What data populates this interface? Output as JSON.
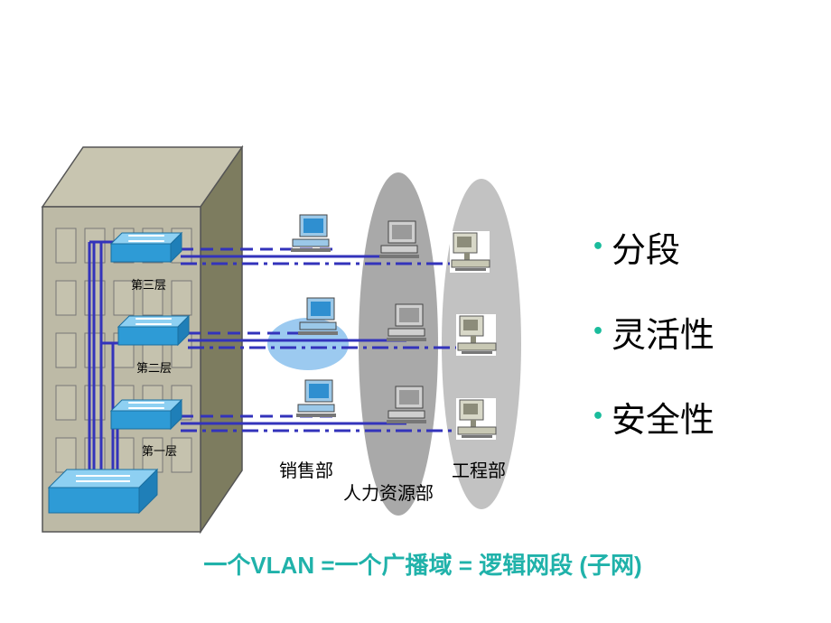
{
  "floors": [
    "第三层",
    "第二层",
    "第一层"
  ],
  "departments": {
    "sales": "销售部",
    "hr": "人力资源部",
    "engineering": "工程部"
  },
  "bullets": [
    "分段",
    "灵活性",
    "安全性"
  ],
  "caption": "一个VLAN =一个广播域 = 逻辑网段 (子网)",
  "colors": {
    "link": "#3333bb",
    "switch": "#2e9bd6",
    "building_front": "#bdbaa6",
    "building_side": "#7d7c5f",
    "oval": "#b5b5b5",
    "highlight": "#9ccaf0",
    "caption": "#20b2aa",
    "bullet": "#1abc9c"
  },
  "icons": [
    "building",
    "switch-icon",
    "pc-icon",
    "workstation-icon"
  ]
}
